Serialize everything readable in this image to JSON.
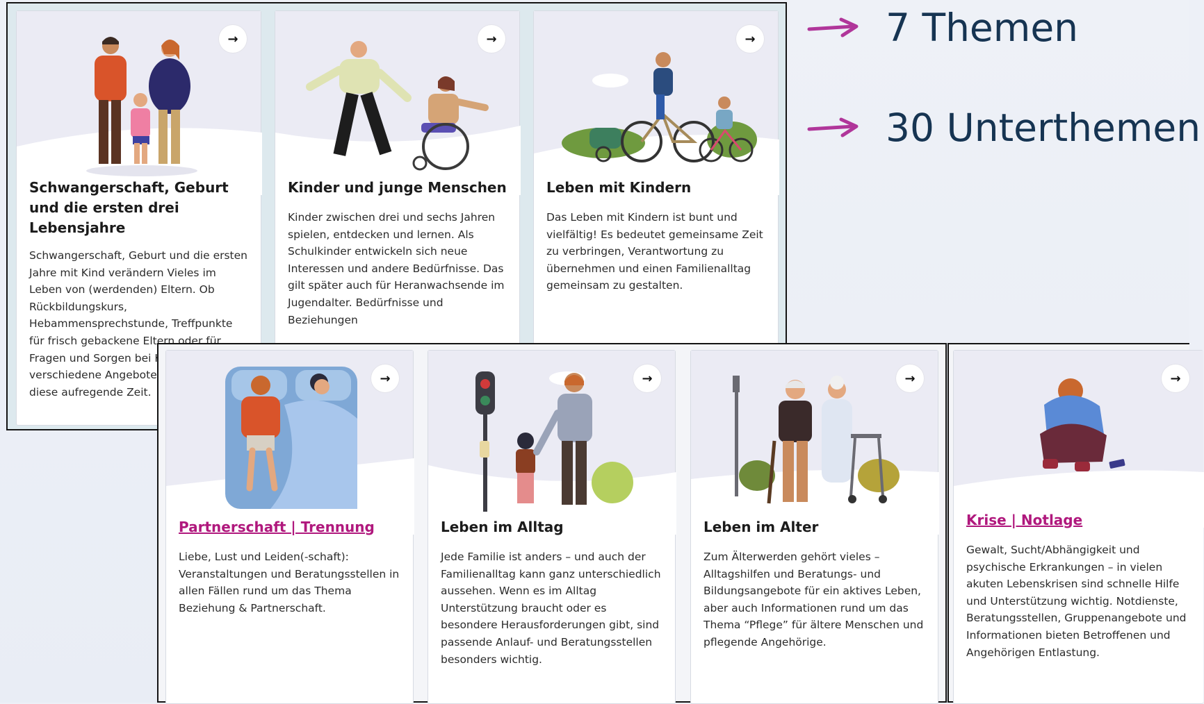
{
  "stats": [
    {
      "label": "7 Themen"
    },
    {
      "label": "30 Unterthemen"
    }
  ],
  "accent_color": "#b0187d",
  "stat_arrow_color": "#b0369a",
  "cards_top": [
    {
      "title": "Schwangerschaft, Geburt und die ersten drei Lebensjahre",
      "description": "Schwangerschaft, Geburt und die ersten Jahre mit Kind verändern Vieles im Leben von (werdenden) Eltern. Ob Rückbildungskurs, Hebammensprechstunde, Treffpunkte für frisch gebackene Eltern oder für Fragen und Sorgen bei Krisen - gibt es verschiedene Angebote und Orte für diese aufregende Zeit.",
      "arrow": "→",
      "icon": "pregnancy-family-illustration"
    },
    {
      "title": "Kinder und junge Menschen",
      "description": "Kinder zwischen drei und sechs Jahren spielen, entdecken und lernen. Als Schulkinder entwickeln sich neue Interessen und andere Bedürfnisse. Das gilt später auch für Heranwachsende im Jugendalter. Bedürfnisse und Beziehungen",
      "arrow": "→",
      "icon": "young-people-illustration"
    },
    {
      "title": "Leben mit Kindern",
      "description": "Das Leben mit Kindern ist bunt und vielfältig! Es bedeutet gemeinsame Zeit zu verbringen, Verantwortung zu übernehmen und einen Familienalltag gemeinsam zu gestalten.",
      "arrow": "→",
      "icon": "family-bicycle-illustration"
    }
  ],
  "cards_bottom": [
    {
      "title": "Partnerschaft | Trennung",
      "description": "Liebe, Lust und Leiden(-schaft): Veranstaltungen und Beratungsstellen in allen Fällen rund um das Thema Beziehung & Partnerschaft.",
      "arrow": "→",
      "icon": "couple-bed-illustration"
    },
    {
      "title": "Leben im Alltag",
      "description": "Jede Familie ist anders – und auch der Familienalltag kann ganz unterschiedlich aussehen. Wenn es im Alltag Unterstützung braucht oder es besondere Herausforderungen gibt, sind passende Anlauf- und Beratungsstellen besonders wichtig.",
      "arrow": "→",
      "icon": "traffic-light-illustration"
    },
    {
      "title": "Leben im Alter",
      "description": "Zum Älterwerden gehört vieles – Alltagshilfen und Beratungs- und Bildungsangebote für ein aktives Leben, aber auch Informationen rund um das Thema “Pflege” für ältere Menschen und pflegende Angehörige.",
      "arrow": "→",
      "icon": "elderly-couple-illustration"
    }
  ],
  "card_right": {
    "title": "Krise | Notlage",
    "description": "Gewalt, Sucht/Abhängigkeit und psychische Erkrankungen – in vielen akuten Lebenskrisen sind schnelle Hilfe und Unterstützung wichtig. Notdienste, Beratungsstellen, Gruppenangebote und Informationen bieten Betroffenen und Angehörigen Entlastung.",
    "arrow": "→",
    "icon": "person-in-crisis-illustration"
  }
}
